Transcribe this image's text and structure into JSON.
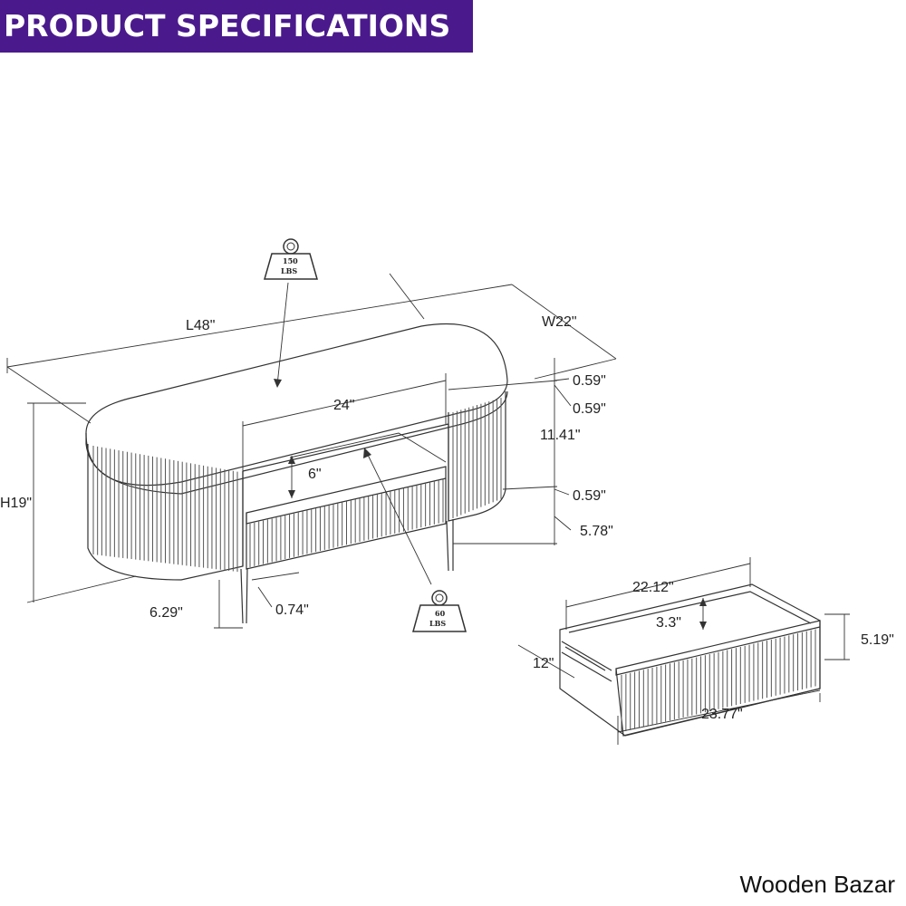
{
  "header": {
    "title": "PRODUCT SPECIFICATIONS"
  },
  "brand": {
    "name": "Wooden Bazar"
  },
  "colors": {
    "banner": "#4a1a8c",
    "line": "#333333"
  },
  "table": {
    "length": "L48\"",
    "width": "W22\"",
    "height": "H19\"",
    "shelf_width": "24\"",
    "shelf_height": "6\"",
    "top_thickness": "0.59\"",
    "top_gap": "0.59\"",
    "opening_height": "11.41\"",
    "shelf_thickness": "0.59\"",
    "base_height": "5.78\"",
    "leg_height": "6.29\"",
    "leg_width": "0.74\"",
    "top_load_value": "150",
    "top_load_unit": "LBS",
    "drawer_load_value": "60",
    "drawer_load_unit": "LBS"
  },
  "drawer": {
    "inner_width": "22.12\"",
    "inner_depth": "3.3\"",
    "front_height": "5.19\"",
    "depth": "12\"",
    "front_width": "23.77\""
  }
}
